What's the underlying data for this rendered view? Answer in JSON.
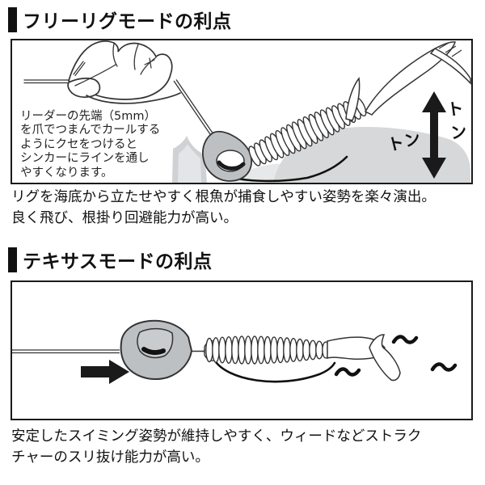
{
  "free_rig": {
    "heading": "フリーリグモードの利点",
    "note": "リーダーの先端（5mm）\nを爪でつまんでカールする\nようにクセをつけると\nシンカーにラインを通し\nやすくなります。",
    "ton_right": "トン",
    "ton_left": "トン",
    "description": "リグを海底から立たせやすく根魚が捕食しやすい姿勢を楽々演出。\n良く飛び、根掛り回避能力が高い。"
  },
  "texas": {
    "heading": "テキサスモードの利点",
    "description": "安定したスイミング姿勢が維持しやすく、ウィードなどストラク\nチャーのスリ抜け能力が高い。"
  },
  "colors": {
    "ink": "#1a1a1a",
    "sinker_gray": "#bcc0c3",
    "rock_gray": "#d6d8d9",
    "rock_light": "#e5e7e8"
  }
}
